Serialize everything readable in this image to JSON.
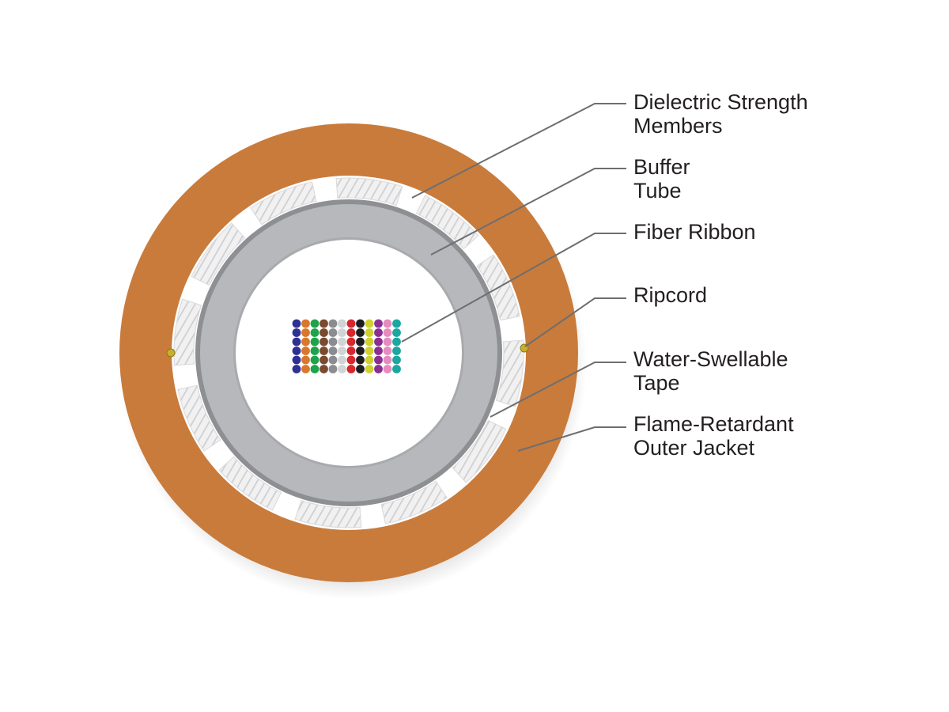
{
  "labels": {
    "strength_members": {
      "line1": "Dielectric Strength",
      "line2": "Members"
    },
    "buffer_tube": {
      "line1": "Buffer",
      "line2": "Tube"
    },
    "fiber_ribbon": {
      "line1": "Fiber Ribbon"
    },
    "ripcord": {
      "line1": "Ripcord"
    },
    "water_tape": {
      "line1": "Water-Swellable",
      "line2": "Tape"
    },
    "outer_jacket": {
      "line1": "Flame-Retardant",
      "line2": "Outer Jacket"
    }
  },
  "colors": {
    "jacket": "#c97b3b",
    "jacket_shade": "#b96c2f",
    "tape": "#ffffff",
    "strength_member": "#f1f1f2",
    "strength_hatch": "#cfcfd1",
    "buffer_tube": "#b7b8bb",
    "buffer_tube_edge": "#8e8f93",
    "tube_interior": "#ffffff",
    "ripcord": "#c9b02a",
    "leader_line": "#6d6e71",
    "text": "#231f20"
  },
  "fiber_ribbon": {
    "rows": 6,
    "fiber_colors": [
      "#2e3192",
      "#d9782c",
      "#1fa34a",
      "#7b4a2f",
      "#8a8c8f",
      "#d1d3d4",
      "#d7262e",
      "#1d1d1f",
      "#cfd12e",
      "#8b2f92",
      "#e68bbd",
      "#1aa7a0"
    ]
  }
}
